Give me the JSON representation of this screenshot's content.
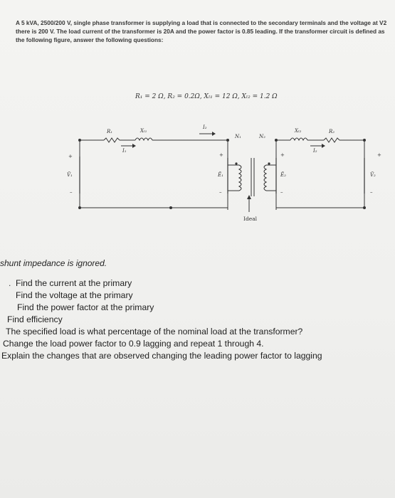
{
  "problem": {
    "text": "A 5 kVA, 2500/200 V, single phase transformer is supplying a load that is connected to the secondary terminals and the voltage at V2 there is 200 V. The load current of the transformer is 20A and the power factor is 0.85 leading. If the transformer circuit is defined as the following figure, answer the following questions:",
    "given_values": "R₁ = 2 Ω, R₂ = 0.2Ω, Xₗ₁ = 12 Ω, Xₗ₂ = 1.2 Ω"
  },
  "circuit": {
    "labels": {
      "r1": "R₁",
      "xl1": "Xₗ₁",
      "i1": "I₁",
      "i2_primary": "I₂",
      "n1": "N₁",
      "n2": "N₂",
      "xl2": "Xₗ₂",
      "r2": "R₂",
      "i2": "I₂",
      "v1": "Ṽ₁",
      "e1": "Ẽ₁",
      "e2": "Ẽ₂",
      "v2": "Ṽ₂",
      "plus": "+",
      "minus": "–",
      "ideal": "Ideal"
    }
  },
  "note": "shunt impedance is ignored.",
  "questions": [
    "Find the current at the primary",
    "Find the voltage at the primary",
    "Find the power factor at the primary",
    "Find efficiency",
    "The specified load is what percentage of the nominal load at the transformer?",
    "Change the load power factor to 0.9 lagging and repeat 1 through 4.",
    "Explain the changes that are observed changing the leading power factor to lagging"
  ]
}
